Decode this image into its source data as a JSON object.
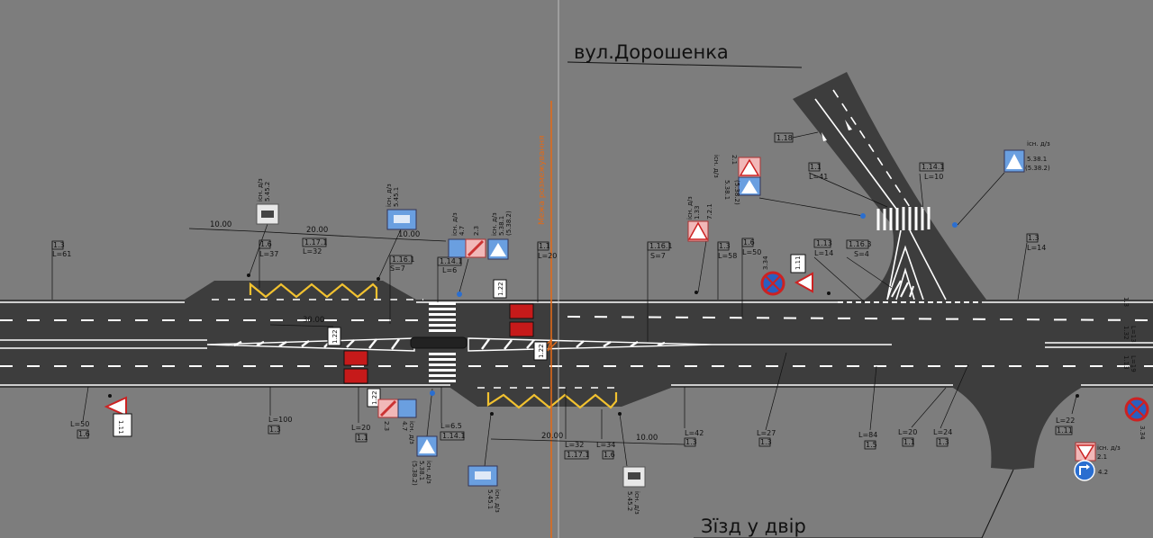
{
  "streets": {
    "north": "вул.Дорошенка",
    "south": "Зїзд у двір"
  },
  "axis_label": "Межа розмежування",
  "dimensions": {
    "d10_left": "10.00",
    "d20_left": "20.00",
    "d10_left_b": "10.00",
    "d30": "30.00",
    "d20_right": "20.00",
    "d10_right": "10.00"
  },
  "marking_codes": [
    {
      "code": "1.3",
      "value": "L=61"
    },
    {
      "code": "1.6",
      "value": "L=37"
    },
    {
      "code": "1.17.1",
      "value": "L=32"
    },
    {
      "code": "1.16.1",
      "value": "S=7"
    },
    {
      "code": "1.14.1",
      "value": "L=6"
    },
    {
      "code": "1.1",
      "value": "L=20"
    },
    {
      "code": "1.16.1",
      "value": "S=7"
    },
    {
      "code": "1.3",
      "value": "L=58"
    },
    {
      "code": "1.6",
      "value": "L=50"
    },
    {
      "code": "1.13",
      "value": "L=14"
    },
    {
      "code": "1.16.3",
      "value": "S=4"
    },
    {
      "code": "1.1",
      "value": "L=41"
    },
    {
      "code": "1.14.1",
      "value": "L=10"
    },
    {
      "code": "1.3",
      "value": "L=14"
    },
    {
      "code": "1.18",
      "value": ""
    },
    {
      "code": "1.6",
      "value": "L=50"
    },
    {
      "code": "1.3",
      "value": "L=100"
    },
    {
      "code": "1.1",
      "value": "L=20"
    },
    {
      "code": "1.14.1",
      "value": "L=6.5"
    },
    {
      "code": "1.17.1",
      "value": "L=32"
    },
    {
      "code": "1.6",
      "value": "L=34"
    },
    {
      "code": "1.3",
      "value": "L=42"
    },
    {
      "code": "1.3",
      "value": "L=27"
    },
    {
      "code": "1.5",
      "value": "L=84"
    },
    {
      "code": "1.1",
      "value": "L=20"
    },
    {
      "code": "1.3",
      "value": "L=24"
    },
    {
      "code": "1.11",
      "value": "L=22"
    }
  ],
  "signs": {
    "s5452_top": {
      "text": "5.45.2",
      "note": "існ. д/з"
    },
    "s5451_top": {
      "text": "5.45.1",
      "note": "існ. д/з"
    },
    "s47_top": {
      "text": "4.7",
      "note": "існ. д/з"
    },
    "s23_top": {
      "text": "2.3"
    },
    "s5381_top": {
      "text": "5.38.1",
      "note": "існ. д/з",
      "sub": "(5.38.2)"
    },
    "s133": {
      "text": "1.33",
      "sub": "7.2.1",
      "note": "існ. д/з"
    },
    "s21_mid": {
      "text": "2.1",
      "note": "існ. д/з"
    },
    "s5381_mid": {
      "text": "5.38.1",
      "sub": "(5.38.2)"
    },
    "s5381_right": {
      "text": "5.38.1",
      "note": "існ. д/з",
      "sub": "(5.38.2)"
    },
    "s334_a": {
      "text": "3.34"
    },
    "s111_a": {
      "text": "1.11"
    },
    "s122_a": {
      "text": "1.22"
    },
    "s122_b": {
      "text": "1.22"
    },
    "s122_c": {
      "text": "1.22"
    },
    "s122_d": {
      "text": "1.22"
    },
    "s111_left": {
      "text": "1.11"
    },
    "s47_bot": {
      "text": "4.7",
      "note": "існ. д/з"
    },
    "s23_bot": {
      "text": "2.3"
    },
    "s5381_bot": {
      "text": "5.38.1",
      "note": "існ. д/з",
      "sub": "(5.38.2)"
    },
    "s5451_bot": {
      "text": "5.45.1",
      "note": "існ. д/з"
    },
    "s5452_bot": {
      "text": "5.45.2",
      "note": "існ. д/з"
    },
    "s334_b": {
      "text": "3.34"
    },
    "s21_bot": {
      "text": "2.1",
      "note": "існ. д/з"
    },
    "s42": {
      "text": "4.2"
    },
    "right_edge": {
      "a": "1.3",
      "b": "1.32",
      "c": "L=13",
      "d": "1.13",
      "e": "L=19"
    }
  },
  "colors": {
    "background": "#7d7d7d",
    "asphalt": "#3d3d3d",
    "marking": "#ffffff",
    "zigzag": "#f2c230",
    "signal": "#c61a1a",
    "axis": "#e06a1a",
    "sign_blue": "#2a6ed0"
  }
}
